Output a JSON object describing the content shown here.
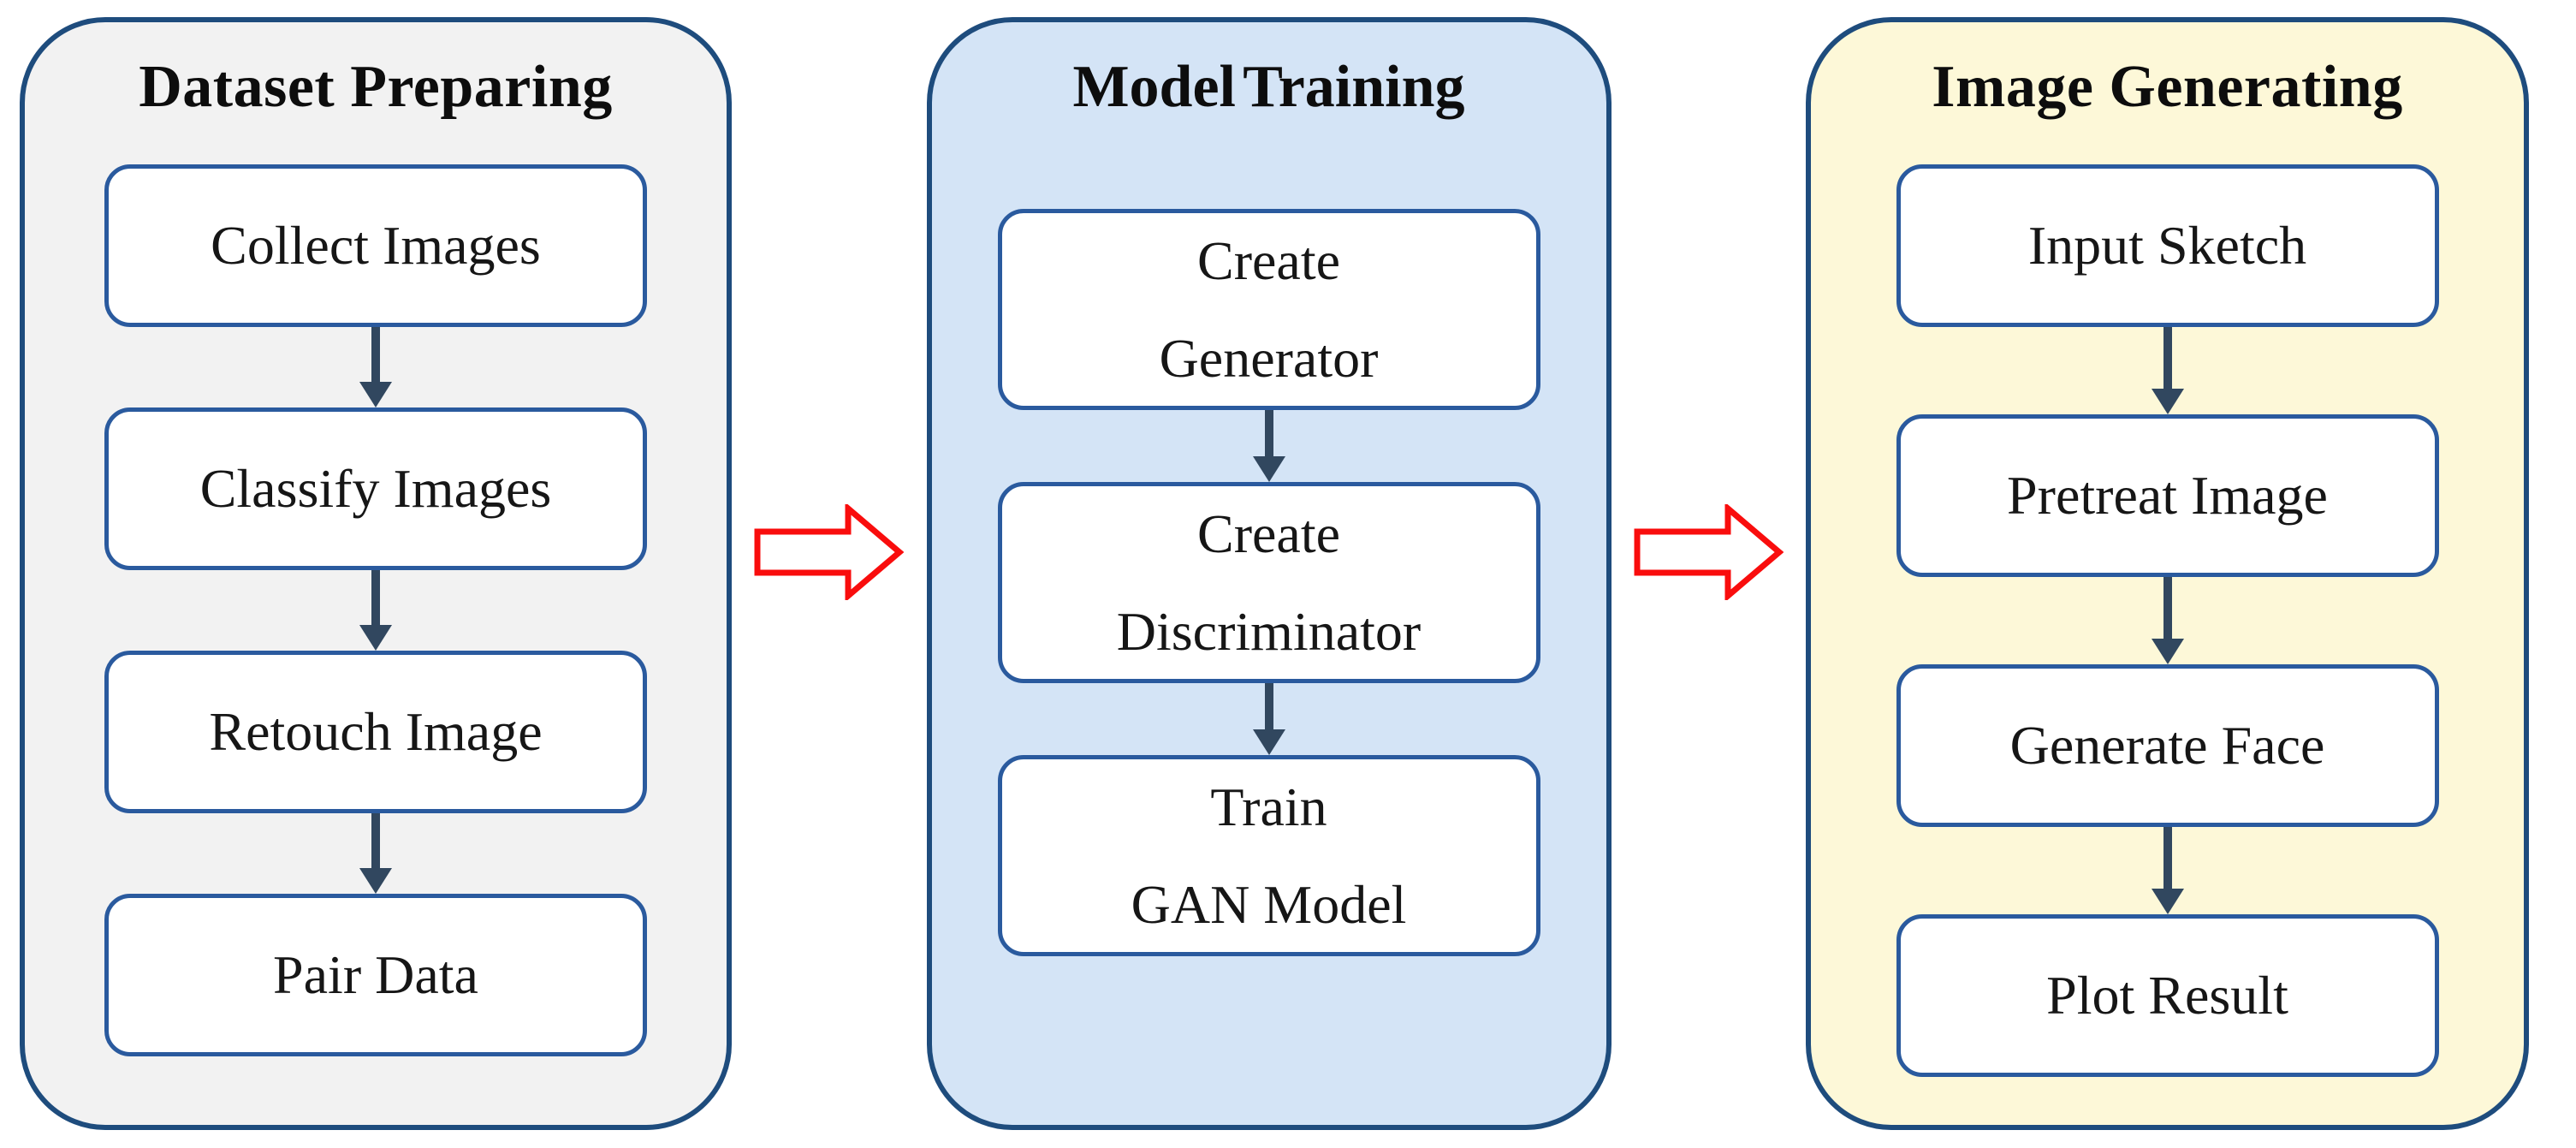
{
  "diagram": {
    "type": "flowchart",
    "panels": [
      {
        "id": "dataset-preparing",
        "title": "Dataset Preparing",
        "bg_color": "#f2f2f2",
        "steps": [
          {
            "lines": [
              "Collect Images"
            ]
          },
          {
            "lines": [
              "Classify Images"
            ]
          },
          {
            "lines": [
              "Retouch Image"
            ]
          },
          {
            "lines": [
              "Pair Data"
            ]
          }
        ]
      },
      {
        "id": "model-training",
        "title": "Model Training",
        "bg_color": "#d4e4f6",
        "steps": [
          {
            "lines": [
              "Create",
              "Generator"
            ]
          },
          {
            "lines": [
              "Create",
              "Discriminator"
            ]
          },
          {
            "lines": [
              "Train",
              "GAN Model"
            ]
          }
        ]
      },
      {
        "id": "image-generating",
        "title": "Image Generating",
        "bg_color": "#fdf8d8",
        "steps": [
          {
            "lines": [
              "Input Sketch"
            ]
          },
          {
            "lines": [
              "Pretreat Image"
            ]
          },
          {
            "lines": [
              "Generate Face"
            ]
          },
          {
            "lines": [
              "Plot Result"
            ]
          }
        ]
      }
    ],
    "connections": [
      {
        "from": "dataset-preparing",
        "to": "model-training",
        "style": "red-outline-block-arrow"
      },
      {
        "from": "model-training",
        "to": "image-generating",
        "style": "red-outline-block-arrow"
      }
    ],
    "colors": {
      "panel_border": "#1e4c7d",
      "box_border": "#2a5a9e",
      "box_fill": "#ffffff",
      "connector_arrow": "#31475f",
      "flow_arrow_outline": "#f90d0d",
      "flow_arrow_fill": "#ffffff",
      "text": "#161616",
      "page_background": "#ffffff"
    }
  }
}
